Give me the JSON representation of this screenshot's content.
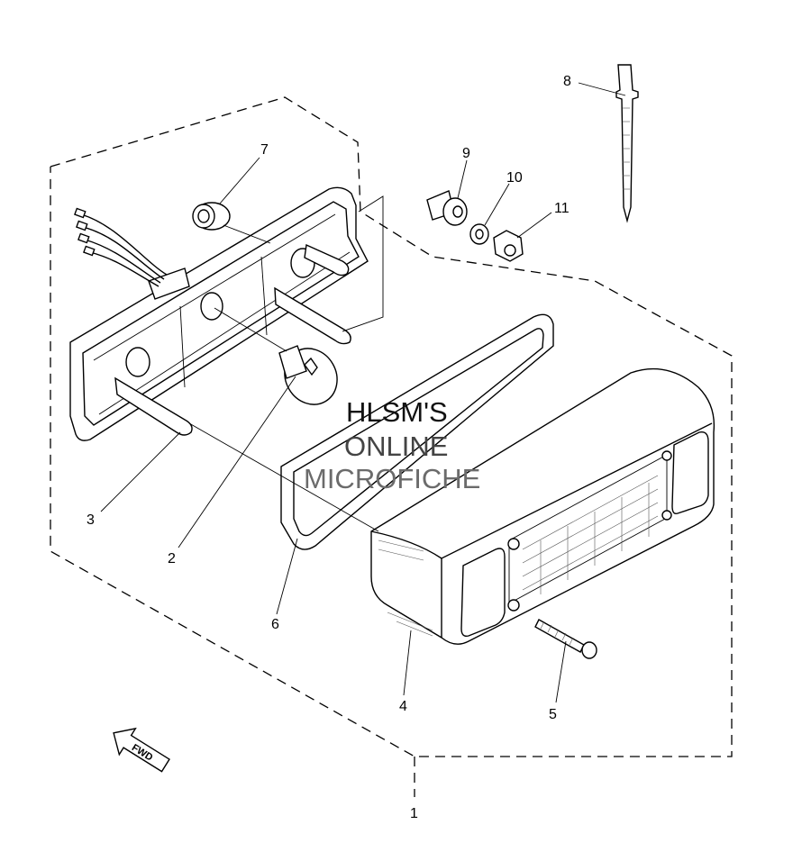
{
  "callouts": [
    {
      "id": "1",
      "label": "1"
    },
    {
      "id": "2",
      "label": "2"
    },
    {
      "id": "3",
      "label": "3"
    },
    {
      "id": "4",
      "label": "4"
    },
    {
      "id": "5",
      "label": "5"
    },
    {
      "id": "6",
      "label": "6"
    },
    {
      "id": "7",
      "label": "7"
    },
    {
      "id": "8",
      "label": "8"
    },
    {
      "id": "9",
      "label": "9"
    },
    {
      "id": "10",
      "label": "10"
    },
    {
      "id": "11",
      "label": "11"
    }
  ],
  "watermark": {
    "line1": "HLSM'S",
    "line2": "ONLINE",
    "line3": "MICROFICHE"
  },
  "fwd_arrow": {
    "label": "FWD"
  }
}
